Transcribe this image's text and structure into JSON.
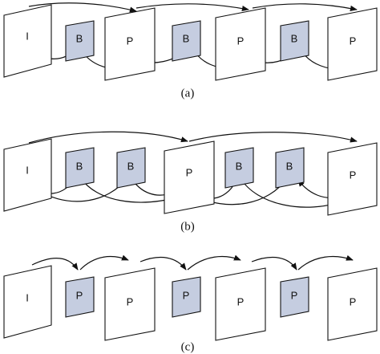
{
  "colors": {
    "b_frame_fill": "#c5cde0",
    "stroke": "#111111"
  },
  "rows": [
    {
      "caption": "(a)",
      "frames": [
        {
          "label": "I",
          "size": "big"
        },
        {
          "label": "B",
          "size": "small"
        },
        {
          "label": "P",
          "size": "big"
        },
        {
          "label": "B",
          "size": "small"
        },
        {
          "label": "P",
          "size": "big"
        },
        {
          "label": "B",
          "size": "small"
        },
        {
          "label": "P",
          "size": "big"
        }
      ]
    },
    {
      "caption": "(b)",
      "frames": [
        {
          "label": "I",
          "size": "big"
        },
        {
          "label": "B",
          "size": "small"
        },
        {
          "label": "B",
          "size": "small"
        },
        {
          "label": "P",
          "size": "big"
        },
        {
          "label": "B",
          "size": "small"
        },
        {
          "label": "B",
          "size": "small"
        },
        {
          "label": "P",
          "size": "big"
        }
      ]
    },
    {
      "caption": "(c)",
      "frames": [
        {
          "label": "I",
          "size": "big"
        },
        {
          "label": "P",
          "size": "small"
        },
        {
          "label": "P",
          "size": "big"
        },
        {
          "label": "P",
          "size": "small"
        },
        {
          "label": "P",
          "size": "big"
        },
        {
          "label": "P",
          "size": "small"
        },
        {
          "label": "P",
          "size": "big"
        }
      ]
    }
  ]
}
